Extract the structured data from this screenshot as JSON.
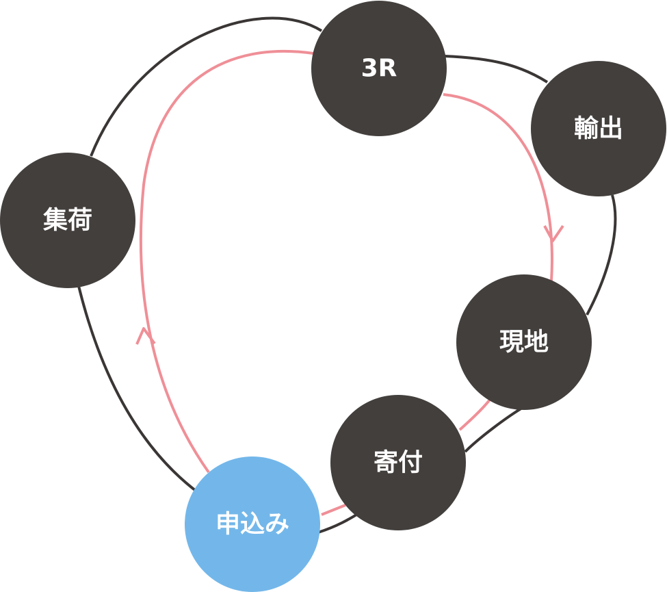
{
  "colors": {
    "background": "#ffffff",
    "node_dark": "#433f3d",
    "node_highlight": "#73b7ea",
    "outer_loop": "#3a3635",
    "inner_flow": "#ef8f97",
    "label": "#ffffff"
  },
  "nodes": [
    {
      "id": "3r",
      "label": "3R"
    },
    {
      "id": "yushutsu",
      "label": "輸出"
    },
    {
      "id": "shuka",
      "label": "集荷"
    },
    {
      "id": "genchi",
      "label": "現地"
    },
    {
      "id": "kifu",
      "label": "寄付"
    },
    {
      "id": "moushikomi",
      "label": "申込み",
      "highlighted": true
    }
  ],
  "flow": {
    "outer_loop": [
      "3r",
      "yushutsu",
      "genchi",
      "kifu",
      "moushikomi",
      "shuka",
      "3r"
    ],
    "inner_arrow_direction": [
      "moushikomi",
      "3r",
      "genchi",
      "kifu",
      "moushikomi"
    ]
  }
}
